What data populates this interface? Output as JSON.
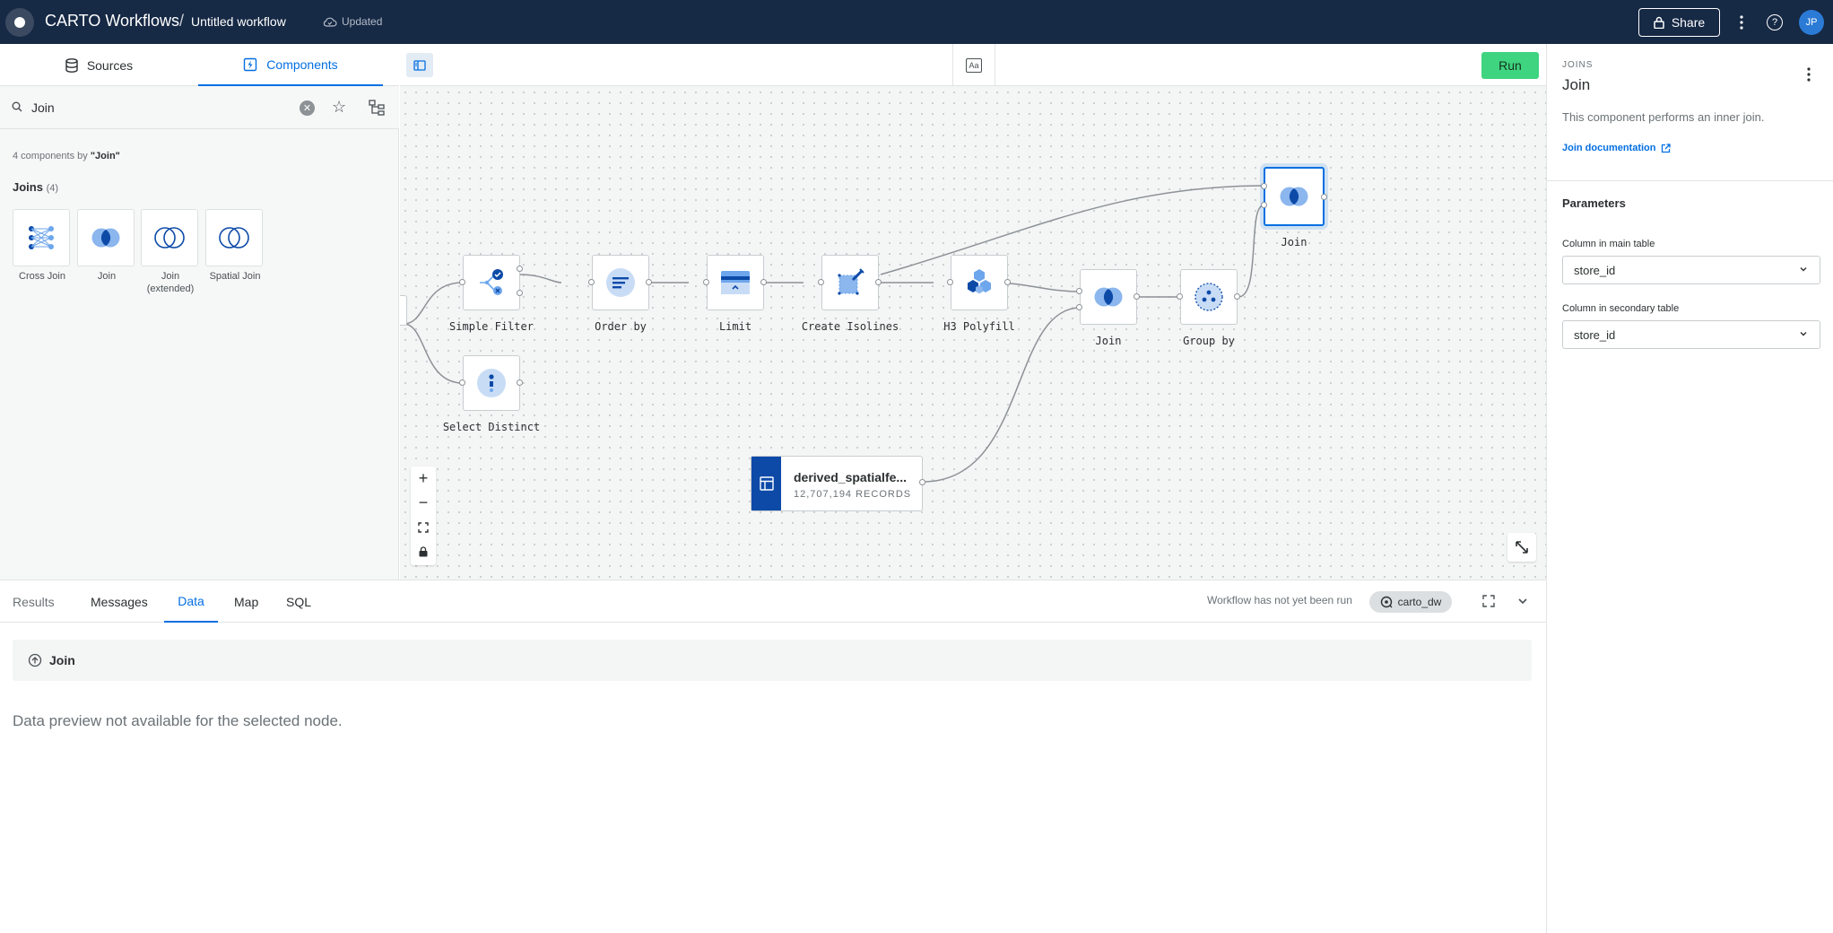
{
  "header": {
    "app_title": "CARTO Workflows",
    "separator": "/",
    "workflow_name": "Untitled workflow",
    "save_status": "Updated",
    "share_label": "Share",
    "help_glyph": "?",
    "avatar_initials": "JP"
  },
  "left_panel": {
    "tabs": [
      {
        "label": "Sources",
        "icon": "database-icon"
      },
      {
        "label": "Components",
        "icon": "component-icon"
      }
    ],
    "search": {
      "value": "Join",
      "placeholder": ""
    },
    "result_count_prefix": "4 components by ",
    "result_count_query": "\"Join\"",
    "group": {
      "title": "Joins",
      "count": "(4)"
    },
    "components": [
      {
        "label": "Cross Join",
        "icon": "cross-join-icon"
      },
      {
        "label": "Join",
        "icon": "join-icon"
      },
      {
        "label": "Join (extended)",
        "icon": "join-extended-icon"
      },
      {
        "label": "Spatial Join",
        "icon": "spatial-join-icon"
      }
    ]
  },
  "canvas": {
    "run_label": "Run",
    "text_tool": "Aa",
    "nodes": [
      {
        "id": "simple-filter",
        "label": "Simple Filter",
        "icon": "filter-icon"
      },
      {
        "id": "select-distinct",
        "label": "Select Distinct",
        "icon": "distinct-icon"
      },
      {
        "id": "order-by",
        "label": "Order by",
        "icon": "sort-icon"
      },
      {
        "id": "limit",
        "label": "Limit",
        "icon": "limit-icon"
      },
      {
        "id": "create-isolines",
        "label": "Create Isolines",
        "icon": "isoline-icon"
      },
      {
        "id": "h3-polyfill",
        "label": "H3 Polyfill",
        "icon": "hexagon-icon"
      },
      {
        "id": "join-1",
        "label": "Join",
        "icon": "join-icon"
      },
      {
        "id": "group-by",
        "label": "Group by",
        "icon": "group-icon"
      },
      {
        "id": "join-2",
        "label": "Join",
        "icon": "join-icon",
        "selected": true
      }
    ],
    "source": {
      "name": "derived_spatialfe...",
      "records": "12,707,194 RECORDS"
    },
    "zoom_controls": [
      "+",
      "−",
      "fit",
      "lock"
    ]
  },
  "bottom_panel": {
    "tabs": [
      "Results",
      "Messages",
      "Data",
      "Map",
      "SQL"
    ],
    "active_tab": "Data",
    "run_state": "Workflow has not yet been run",
    "connection": "carto_dw",
    "node_header": "Join",
    "empty_message": "Data preview not available for the selected node."
  },
  "right_panel": {
    "category": "JOINS",
    "title": "Join",
    "description": "This component performs an inner join.",
    "doc_link": "Join documentation",
    "params_title": "Parameters",
    "fields": [
      {
        "label": "Column in main table",
        "value": "store_id"
      },
      {
        "label": "Column in secondary table",
        "value": "store_id"
      }
    ]
  },
  "colors": {
    "header_bg": "#162945",
    "accent": "#036fe2",
    "run_button": "#3fd47f",
    "source_icon": "#0d4aa8"
  }
}
